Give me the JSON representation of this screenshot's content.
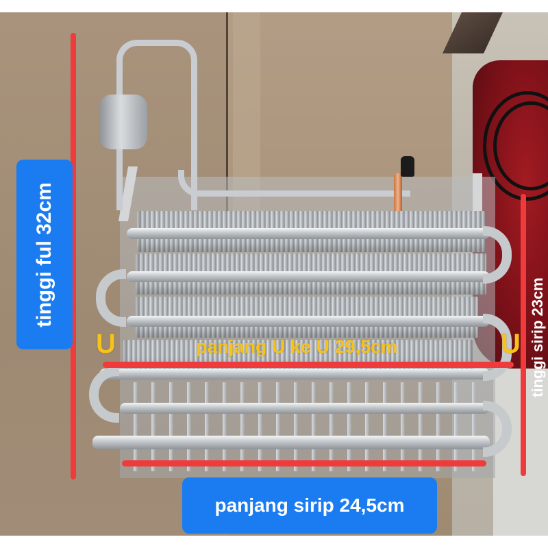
{
  "image": {
    "subject": "refrigerator evaporator coil with finned aluminum tubes on cardboard",
    "background_colors": {
      "cardboard": "#a9937c",
      "red_object": "#8f1a20",
      "aluminum": "#c6cacd",
      "copper": "#d6875a"
    }
  },
  "annotations": {
    "accent_colors": {
      "measure_line": "#ef3b3b",
      "label_background": "#1a7cf0",
      "label_text": "#ffffff",
      "highlight_text": "#f6c21c"
    },
    "full_height": {
      "label": "tinggi ful 32cm",
      "value_cm": 32
    },
    "fin_height": {
      "label": "tinggi sirip 23cm",
      "value_cm": 23
    },
    "u_to_u_length": {
      "label": "panjang U ke U 29,5cm",
      "value_cm": 29.5,
      "left_marker": "U",
      "right_marker": "U"
    },
    "fin_length": {
      "label": "panjang sirip 24,5cm",
      "value_cm": 24.5
    }
  }
}
